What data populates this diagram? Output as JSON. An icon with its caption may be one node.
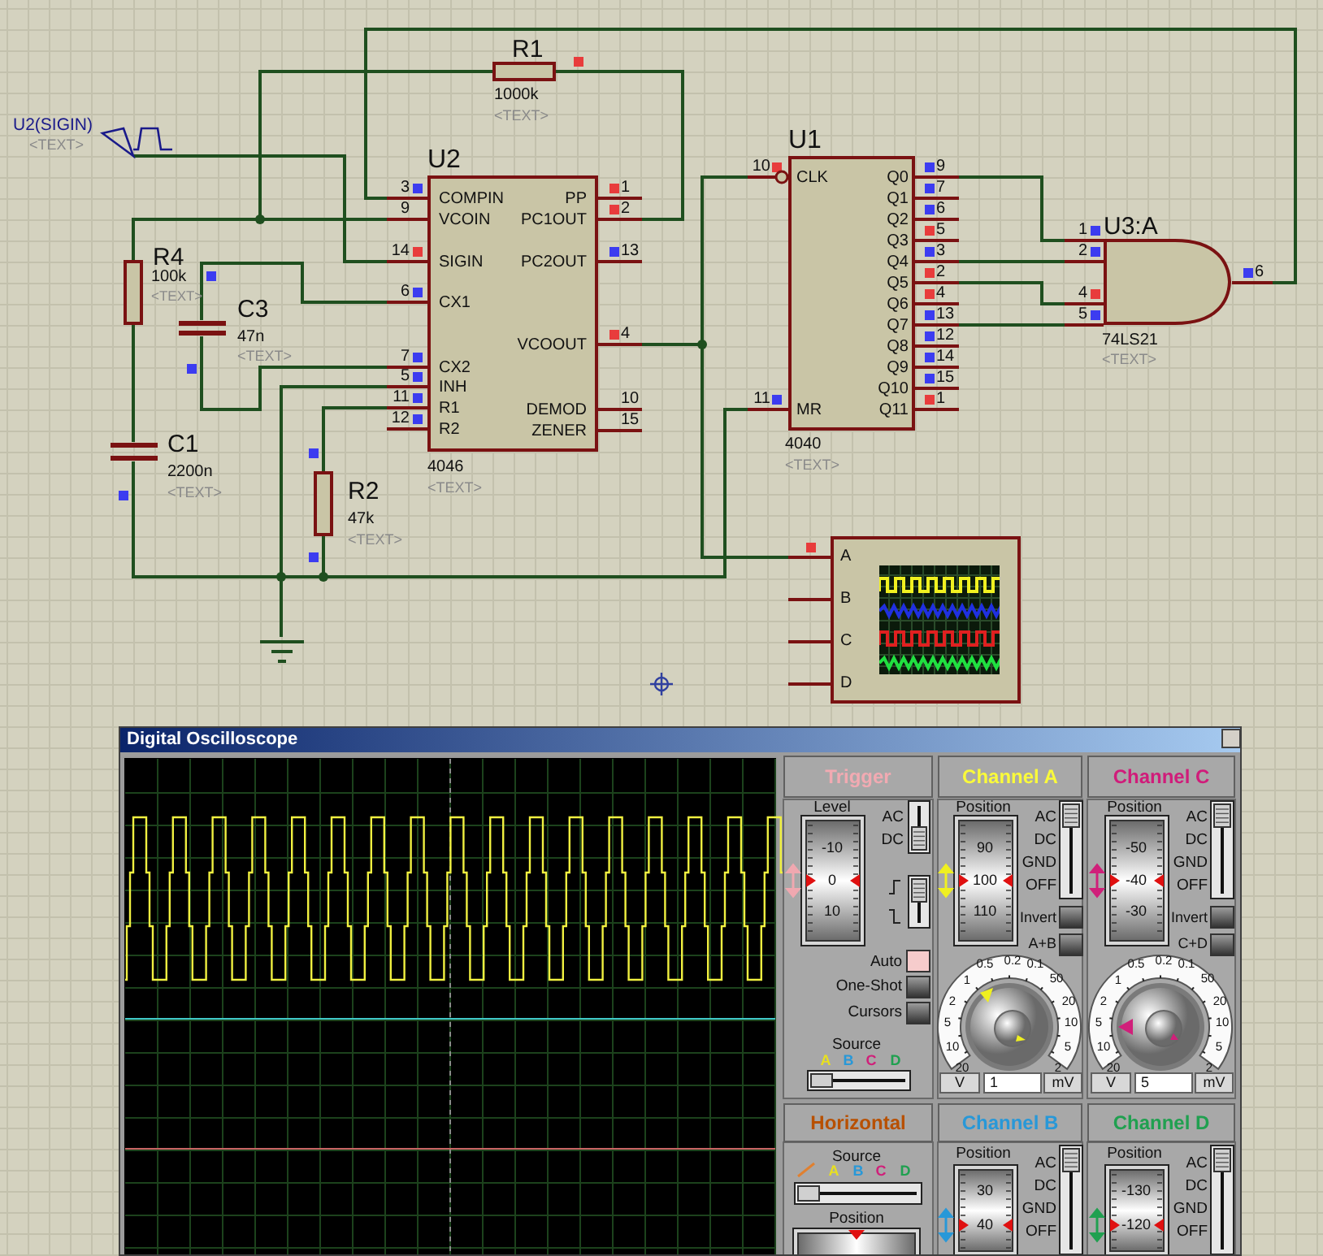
{
  "diagram": {
    "nodes": [
      {
        "text": [
          "U2(SIGIN)",
          "<TEXT>"
        ]
      },
      {
        "text": [
          "R1"
        ],
        "beside": [
          "1000k",
          "<TEXT>"
        ]
      },
      {
        "text": [
          "R4"
        ],
        "beside": [
          "100k",
          "<TEXT>"
        ]
      },
      {
        "text": [
          "C3"
        ],
        "beside": [
          "47n",
          "<TEXT>"
        ]
      },
      {
        "text": [
          "C1"
        ],
        "beside": [
          "2200n",
          "<TEXT>"
        ]
      },
      {
        "text": [
          "R2"
        ],
        "beside": [
          "47k",
          "<TEXT>"
        ]
      },
      {
        "text": [
          "U2"
        ],
        "beside": [
          "4046",
          "<TEXT>"
        ]
      },
      {
        "text": [
          "U1"
        ],
        "beside": [
          "4040",
          "<TEXT>"
        ]
      },
      {
        "text": [
          "U3:A"
        ],
        "beside": [
          "74LS21",
          "<TEXT>"
        ]
      },
      {
        "text": [
          "A",
          "B",
          "C",
          "D"
        ]
      },
      {
        "text": [],
        "shape": "ground"
      },
      {
        "text": [
          "Digital Oscilloscope"
        ]
      }
    ],
    "edges": [
      {
        "from": 8,
        "to": 6,
        "arrow": "none"
      },
      {
        "from": 1,
        "to": 6,
        "arrow": "none"
      },
      {
        "from": 1,
        "to": 6,
        "arrow": "none"
      },
      {
        "from": 2,
        "to": 6,
        "arrow": "none"
      },
      {
        "from": 0,
        "to": 6,
        "arrow": "none"
      },
      {
        "from": 3,
        "to": 6,
        "arrow": "none"
      },
      {
        "from": 3,
        "to": 6,
        "arrow": "none"
      },
      {
        "from": 2,
        "to": 4,
        "arrow": "none"
      },
      {
        "from": 4,
        "to": 10,
        "arrow": "none"
      },
      {
        "from": 6,
        "to": 10,
        "arrow": "none"
      },
      {
        "from": 5,
        "to": 10,
        "arrow": "none"
      },
      {
        "from": 7,
        "to": 10,
        "arrow": "none"
      },
      {
        "from": 5,
        "to": 6,
        "arrow": "none"
      },
      {
        "from": 6,
        "to": 7,
        "arrow": "none"
      },
      {
        "from": 6,
        "to": 9,
        "arrow": "none"
      },
      {
        "from": 7,
        "to": 8,
        "arrow": "none"
      },
      {
        "from": 7,
        "to": 8,
        "arrow": "none"
      },
      {
        "from": 7,
        "to": 8,
        "arrow": "none"
      },
      {
        "from": 7,
        "to": 8,
        "arrow": "none"
      }
    ],
    "labels": [
      "3",
      "COMPIN",
      "9",
      "VCOIN",
      "14",
      "SIGIN",
      "6",
      "CX1",
      "7",
      "CX2",
      "5",
      "INH",
      "11",
      "R1",
      "12",
      "R2",
      "PP",
      "1",
      "PC1OUT",
      "2",
      "PC2OUT",
      "13",
      "VCOOUT",
      "4",
      "DEMOD",
      "10",
      "ZENER",
      "15",
      "10",
      "CLK",
      "Q0",
      "9",
      "Q1",
      "7",
      "Q2",
      "6",
      "Q3",
      "5",
      "Q4",
      "3",
      "Q5",
      "2",
      "Q6",
      "4",
      "Q7",
      "13",
      "Q8",
      "12",
      "Q9",
      "14",
      "Q10",
      "15",
      "11",
      "MR",
      "Q11",
      "1",
      "1",
      "2",
      "4",
      "5",
      "6",
      "Trigger",
      "Channel A",
      "Channel C",
      "Level",
      "AC",
      "DC",
      "-10",
      "0",
      "10",
      "Auto",
      "One-Shot",
      "Cursors",
      "Source",
      "A",
      "B",
      "C",
      "D",
      "Position",
      "AC",
      "DC",
      "GND",
      "OFF",
      "90",
      "100",
      "110",
      "Invert",
      "A+B",
      "0.5",
      "0.2",
      "0.1",
      "1",
      "50",
      "2",
      "20",
      "5",
      "10",
      "10",
      "5",
      "20",
      "2",
      "V",
      "1",
      "mV",
      "Position",
      "AC",
      "DC",
      "GND",
      "OFF",
      "-50",
      "-40",
      "-30",
      "Invert",
      "C+D",
      "0.5",
      "0.2",
      "0.1",
      "1",
      "50",
      "2",
      "20",
      "5",
      "10",
      "10",
      "5",
      "20",
      "2",
      "V",
      "5",
      "mV",
      "Horizontal",
      "Channel B",
      "Channel D",
      "Source",
      "A",
      "B",
      "C",
      "D",
      "Position",
      "Position",
      "AC",
      "DC",
      "GND",
      "OFF",
      "30",
      "40",
      "Position",
      "AC",
      "DC",
      "GND",
      "OFF",
      "-130",
      "-120"
    ]
  }
}
